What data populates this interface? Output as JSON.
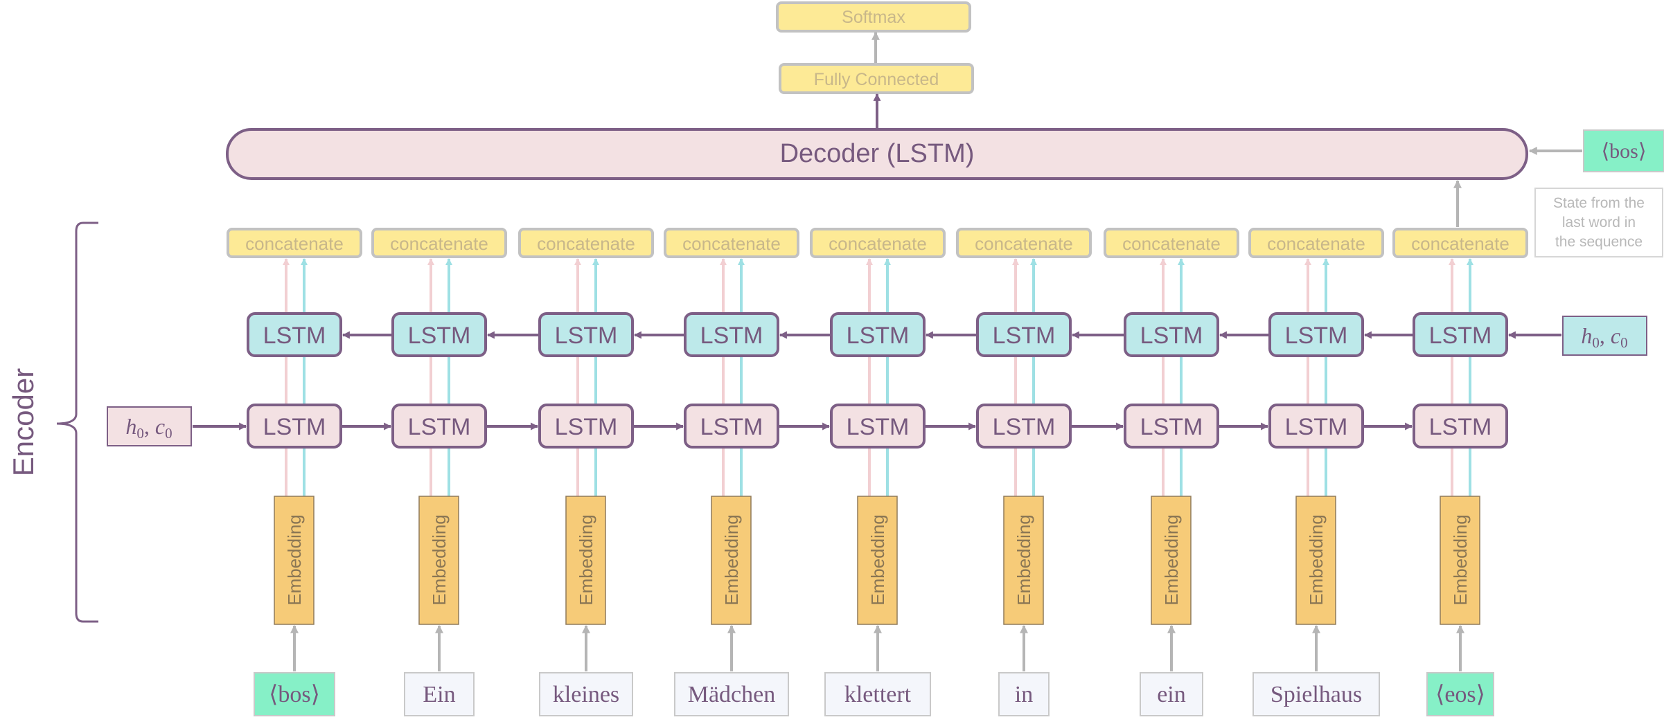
{
  "top": {
    "softmax": "Softmax",
    "fully_connected": "Fully Connected"
  },
  "decoder": {
    "label": "Decoder (LSTM)",
    "start_token": "⟨bos⟩",
    "state_note": [
      "State from the",
      "last word in",
      "the sequence"
    ]
  },
  "encoder": {
    "label": "Encoder",
    "concat_label": "concatenate",
    "lstm_label": "LSTM",
    "embedding_label": "Embedding",
    "init_state_forward": {
      "h": "h",
      "h_sub": "0",
      "sep": ", ",
      "c": "c",
      "c_sub": "0"
    },
    "init_state_backward": {
      "h": "h",
      "h_sub": "0",
      "sep": ", ",
      "c": "c",
      "c_sub": "0"
    },
    "tokens": [
      "⟨bos⟩",
      "Ein",
      "kleines",
      "Mädchen",
      "klettert",
      "in",
      "ein",
      "Spielhaus",
      "⟨eos⟩"
    ],
    "special_tokens": [
      "⟨bos⟩",
      "⟨eos⟩"
    ]
  },
  "colors": {
    "purple": "#7d5f86",
    "purple_text": "#76597e",
    "pink_fill": "#f3e1e3",
    "teal_fill": "#bde9ea",
    "yellow_fill": "#fdea96",
    "yellow_text": "#c8b78a",
    "embed_fill": "#f6cb78",
    "embed_text": "#8a7654",
    "token_fill": "#f4f6fb",
    "special_fill": "#86f0c7",
    "gray": "#b5b5b5",
    "pink_arrow": "#f2cfd2",
    "teal_arrow": "#9ee0e4"
  }
}
